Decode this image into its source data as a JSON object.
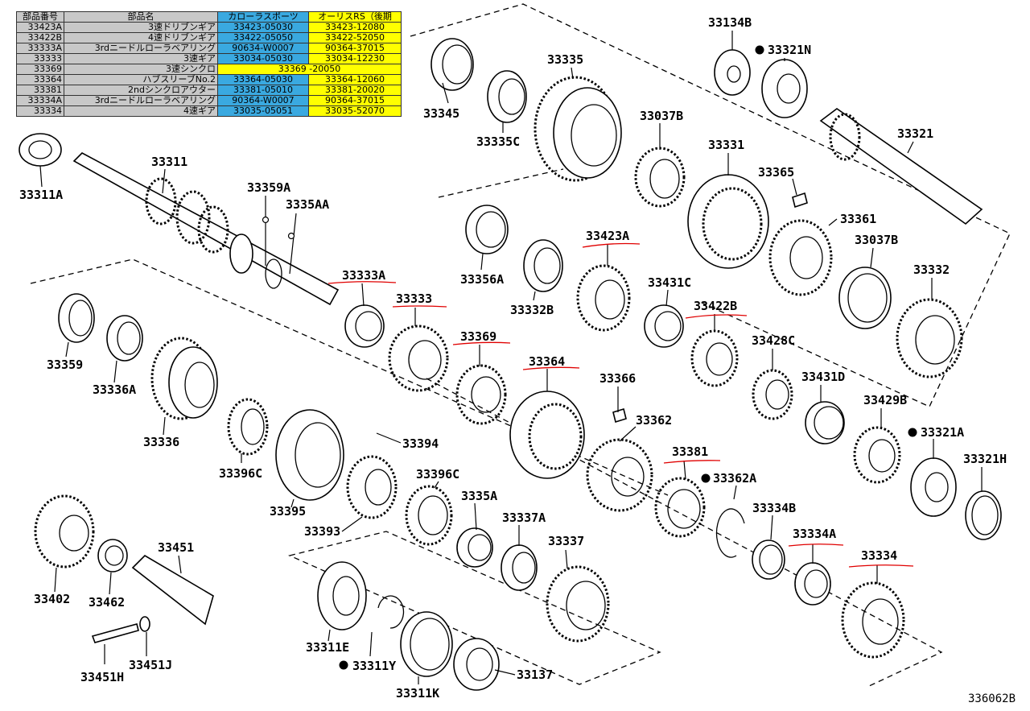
{
  "table": {
    "headers": [
      "部品番号",
      "部品名",
      "カローラスポーツ",
      "オーリスRS（後期"
    ],
    "header_colors": [
      "#c8c8c8",
      "#c8c8c8",
      "#3aa9e0",
      "#ffff00"
    ],
    "rows": [
      {
        "no": "33423A",
        "name": "3速ドリブンギア",
        "a": "33423-05030",
        "b": "33423-12080",
        "merged": false
      },
      {
        "no": "33422B",
        "name": "4速ドリブンギア",
        "a": "33422-05050",
        "b": "33422-52050",
        "merged": false
      },
      {
        "no": "33333A",
        "name": "3rdニードルローラベアリング",
        "a": "90634-W0007",
        "b": "90364-37015",
        "merged": false
      },
      {
        "no": "33333",
        "name": "3速ギア",
        "a": "33034-05030",
        "b": "33034-12230",
        "merged": false
      },
      {
        "no": "33369",
        "name": "3速シンクロ",
        "a": "33369 -20050",
        "b": "",
        "merged": true
      },
      {
        "no": "33364",
        "name": "ハブスリーブNo.2",
        "a": "33364-05030",
        "b": "33364-12060",
        "merged": false
      },
      {
        "no": "33381",
        "name": "2ndシンクロアウター",
        "a": "33381-05010",
        "b": "33381-20020",
        "merged": false
      },
      {
        "no": "33334A",
        "name": "3rdニードルローラベアリング",
        "a": "90364-W0007",
        "b": "90364-37015",
        "merged": false
      },
      {
        "no": "33334",
        "name": "4速ギア",
        "a": "33035-05051",
        "b": "33035-52070",
        "merged": false
      }
    ]
  },
  "colors": {
    "col_a": "#3aa9e0",
    "col_b": "#ffff00",
    "grey": "#c8c8c8",
    "highlight": "#e00000"
  },
  "labels": {
    "33311A": "33311A",
    "33311": "33311",
    "33359A": "33359A",
    "3335AA": "3335AA",
    "33359": "33359",
    "33336A": "33336A",
    "33336": "33336",
    "33396C_1": "33396C",
    "33395": "33395",
    "33394": "33394",
    "33393": "33393",
    "33396C_2": "33396C",
    "3335A": "3335A",
    "33337A": "33337A",
    "33337": "33337",
    "33402": "33402",
    "33462": "33462",
    "33451": "33451",
    "33451H": "33451H",
    "33451J": "33451J",
    "33311E": "33311E",
    "33311Y": "33311Y",
    "33311K": "33311K",
    "33137": "33137",
    "33333A": "33333A",
    "33333": "33333",
    "33369": "33369",
    "33364": "33364",
    "33366": "33366",
    "33362": "33362",
    "33381": "33381",
    "33362A": "33362A",
    "33334B": "33334B",
    "33334A": "33334A",
    "33334": "33334",
    "33345": "33345",
    "33335C": "33335C",
    "33335": "33335",
    "33037B_1": "33037B",
    "33331": "33331",
    "33134B": "33134B",
    "33321N": "33321N",
    "33321": "33321",
    "33365": "33365",
    "33361": "33361",
    "33037B_2": "33037B",
    "33332": "33332",
    "33356A": "33356A",
    "33332B": "33332B",
    "33423A": "33423A",
    "33431C": "33431C",
    "33422B": "33422B",
    "33428C": "33428C",
    "33431D": "33431D",
    "33429B": "33429B",
    "33321A": "33321A",
    "33321H": "33321H",
    "diagram_code": "336062B"
  }
}
